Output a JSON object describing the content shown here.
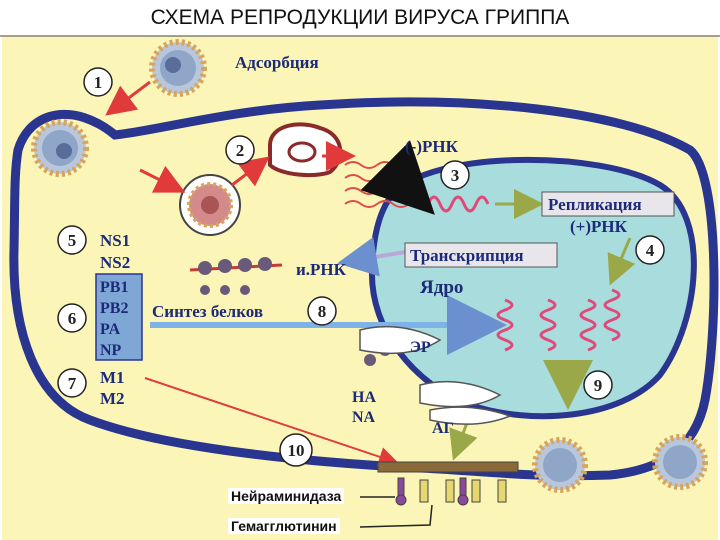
{
  "title": "СХЕМА РЕПРОДУКЦИИ ВИРУСА ГРИППА",
  "labels": {
    "adsorption": "Адсорбция",
    "neg_rna": "(-)РНК",
    "replication": "Репликация",
    "pos_rna": "(+)РНК",
    "transcription": "Транскрипция",
    "mrna": "и.РНК",
    "nucleus": "Ядро",
    "protein_synthesis": "Синтез белков",
    "er": "ЭР",
    "golgi": "АГ",
    "ns1": "NS1",
    "ns2": "NS2",
    "pb1": "PB1",
    "pb2": "PB2",
    "pa": "PA",
    "np": "NP",
    "m1": "M1",
    "m2": "M2",
    "ha": "HA",
    "na": "NA",
    "neuraminidase": "Нейраминидаза",
    "hemagglutinin": "Гемагглютинин"
  },
  "steps": [
    "1",
    "2",
    "3",
    "4",
    "5",
    "6",
    "7",
    "8",
    "9",
    "10"
  ],
  "colors": {
    "background": "#fbf6b8",
    "membrane": "#2a3590",
    "nucleus": "#a9dcdc",
    "arrow_red": "#e03a3a",
    "arrow_blue": "#7fb2e6",
    "arrow_olive": "#9aa84a",
    "label_box": "#e8e6ea",
    "rna_pink": "#e04a7a"
  }
}
